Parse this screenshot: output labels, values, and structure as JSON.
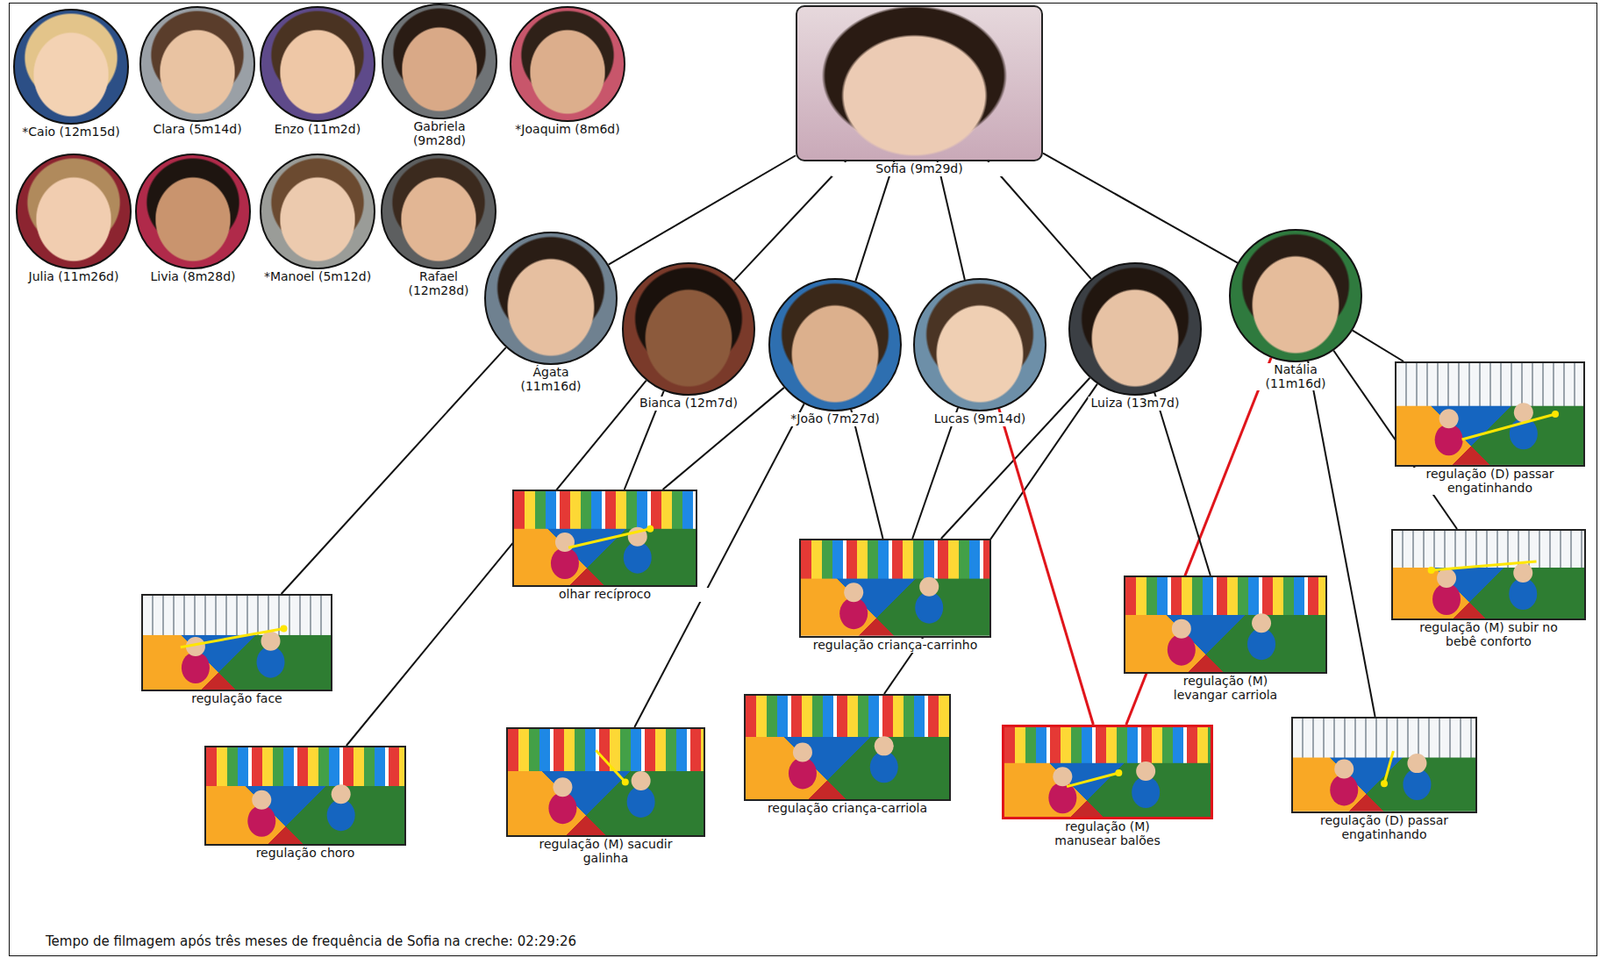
{
  "diagram": {
    "nodes": [
      {
        "text": [
          "*Caio (12m15d)"
        ]
      },
      {
        "text": [
          "Clara (5m14d)"
        ]
      },
      {
        "text": [
          "Enzo (11m2d)"
        ]
      },
      {
        "text": [
          "Gabriela (9m28d)"
        ]
      },
      {
        "text": [
          "*Joaquim (8m6d)"
        ]
      },
      {
        "text": [
          "Sofia (9m29d)"
        ]
      },
      {
        "text": [
          "Julia (11m26d)"
        ]
      },
      {
        "text": [
          "Livia (8m28d)"
        ]
      },
      {
        "text": [
          "*Manoel (5m12d)"
        ]
      },
      {
        "text": [
          "Rafael (12m28d)"
        ]
      },
      {
        "text": [
          "Ágata (11m16d)"
        ]
      },
      {
        "text": [
          "Natália (11m16d)"
        ]
      },
      {
        "text": [
          "Bianca (12m7d)"
        ]
      },
      {
        "text": [
          "Luiza (13m7d)"
        ]
      },
      {
        "text": [
          "*João (7m27d)"
        ]
      },
      {
        "text": [
          "Lucas (9m14d)"
        ]
      },
      {
        "text": [
          "regulação (D) passar engatinhando"
        ]
      },
      {
        "text": [
          "olhar recíproco"
        ]
      },
      {
        "text": [
          "regulação (M) subir no bebê conforto"
        ]
      },
      {
        "text": [
          "regulação criança-carrinho"
        ]
      },
      {
        "text": [
          "regulação (M) levangar carriola"
        ]
      },
      {
        "text": [
          "regulação face"
        ]
      },
      {
        "text": [
          "regulação criança-carriola"
        ]
      },
      {
        "text": [
          "regulação (M) manusear balões"
        ]
      },
      {
        "text": [
          "regulação (D) passar engatinhando"
        ]
      },
      {
        "text": [
          "regulação choro"
        ]
      },
      {
        "text": [
          "regulação (M) sacudir galinha"
        ]
      }
    ],
    "edges": [
      {
        "from": 5,
        "to": 10,
        "arrow": "none"
      },
      {
        "from": 5,
        "to": 12,
        "arrow": "none"
      },
      {
        "from": 5,
        "to": 14,
        "arrow": "none"
      },
      {
        "from": 5,
        "to": 15,
        "arrow": "none"
      },
      {
        "from": 5,
        "to": 13,
        "arrow": "none"
      },
      {
        "from": 5,
        "to": 11,
        "arrow": "none"
      },
      {
        "from": 10,
        "to": 21,
        "arrow": "none"
      },
      {
        "from": 12,
        "to": 17,
        "arrow": "none"
      },
      {
        "from": 14,
        "to": 17,
        "arrow": "none"
      },
      {
        "from": 12,
        "to": 25,
        "arrow": "none"
      },
      {
        "from": 14,
        "to": 26,
        "arrow": "none"
      },
      {
        "from": 14,
        "to": 19,
        "arrow": "none"
      },
      {
        "from": 15,
        "to": 19,
        "arrow": "none"
      },
      {
        "from": 13,
        "to": 19,
        "arrow": "none"
      },
      {
        "from": 13,
        "to": 22,
        "arrow": "none"
      },
      {
        "from": 15,
        "to": 23,
        "arrow": "none"
      },
      {
        "from": 11,
        "to": 23,
        "arrow": "none"
      },
      {
        "from": 13,
        "to": 20,
        "arrow": "none"
      },
      {
        "from": 11,
        "to": 16,
        "arrow": "none"
      },
      {
        "from": 11,
        "to": 18,
        "arrow": "none"
      },
      {
        "from": 11,
        "to": 24,
        "arrow": "none"
      }
    ],
    "labels": [
      "Tempo de filmagem após três meses de frequência de Sofia na creche: 02:29:26"
    ]
  }
}
